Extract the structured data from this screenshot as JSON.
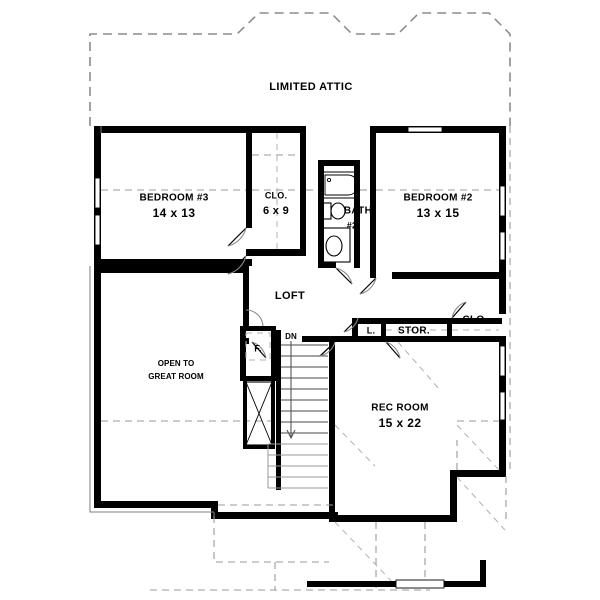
{
  "plan": {
    "title": "second-floor-plan",
    "colors": {
      "wall": "#000000",
      "dashed": "#8c8c8c",
      "background": "#ffffff",
      "door_swing": "#8a8a8a"
    },
    "attic": {
      "label": "LIMITED ATTIC"
    },
    "rooms": [
      {
        "key": "bedroom3",
        "name": "BEDROOM #3",
        "dimensions": "14 x 13"
      },
      {
        "key": "closet_bed3",
        "name": "CLO.",
        "dimensions": "6 x 9"
      },
      {
        "key": "bath2",
        "name": "BATH",
        "dimensions": "#2"
      },
      {
        "key": "bedroom2",
        "name": "BEDROOM #2",
        "dimensions": "13 x 15"
      },
      {
        "key": "loft",
        "name": "LOFT",
        "dimensions": ""
      },
      {
        "key": "open_great_room",
        "name": "OPEN TO",
        "dimensions": "GREAT ROOM"
      },
      {
        "key": "rec_room",
        "name": "REC ROOM",
        "dimensions": "15 x 22"
      },
      {
        "key": "linen",
        "name": "L.",
        "dimensions": ""
      },
      {
        "key": "storage",
        "name": "STOR.",
        "dimensions": ""
      },
      {
        "key": "closet_hall",
        "name": "CLO.",
        "dimensions": ""
      },
      {
        "key": "furnace",
        "name": "F.",
        "dimensions": ""
      }
    ],
    "annotations": {
      "stair_direction": "DN"
    }
  }
}
